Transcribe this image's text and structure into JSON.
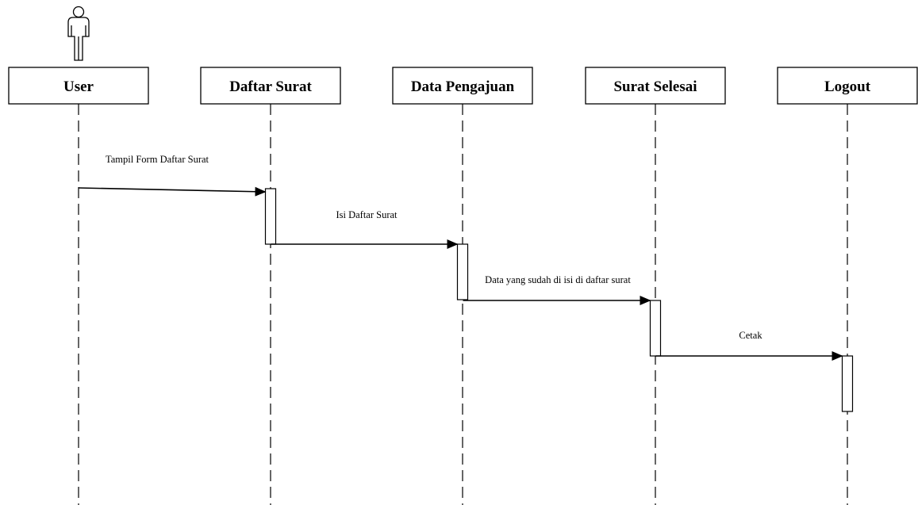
{
  "diagram": {
    "type": "sequence",
    "actor": {
      "name": "user-actor-icon",
      "lifeline": 0
    },
    "lifelines": [
      {
        "label": "User"
      },
      {
        "label": "Daftar Surat"
      },
      {
        "label": "Data Pengajuan"
      },
      {
        "label": "Surat Selesai"
      },
      {
        "label": "Logout"
      }
    ],
    "messages": [
      {
        "from": 0,
        "to": 1,
        "label": "Tampil Form Daftar Surat"
      },
      {
        "from": 1,
        "to": 2,
        "label": "Isi Daftar Surat"
      },
      {
        "from": 2,
        "to": 3,
        "label": "Data yang sudah di isi di daftar surat"
      },
      {
        "from": 3,
        "to": 4,
        "label": "Cetak"
      }
    ],
    "activations": [
      {
        "lifeline": 1,
        "order": 1
      },
      {
        "lifeline": 2,
        "order": 2
      },
      {
        "lifeline": 3,
        "order": 3
      },
      {
        "lifeline": 4,
        "order": 4
      }
    ],
    "colors": {
      "stroke": "#000000",
      "background": "#ffffff"
    }
  }
}
